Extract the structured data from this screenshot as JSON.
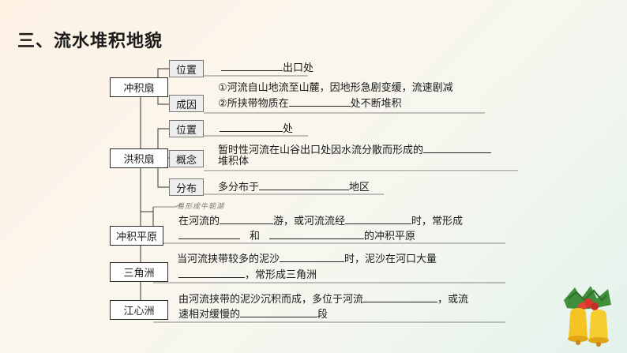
{
  "title": "三、流水堆积地貌",
  "nodes": {
    "alluvial_fan": {
      "label": "冲积扇",
      "location": {
        "label": "位置",
        "after": "出口处"
      },
      "cause": {
        "label": "成因",
        "line1": "①河流自山地流至山麓，因地形急剧变缓，流速剧减",
        "line2_before": "②所挟带物质在",
        "line2_after": "处不断堆积"
      }
    },
    "flood_fan": {
      "label": "洪积扇",
      "location": {
        "label": "位置",
        "after": "处"
      },
      "concept": {
        "label": "概念",
        "line1": "暂时性河流在山谷出口处因水流分散而形成的",
        "line2": "堆积体"
      },
      "distribution": {
        "label": "分布",
        "before": "多分布于",
        "after": "地区"
      }
    },
    "alluvial_plain": {
      "label": "冲积平原",
      "line1_a": "在河流的",
      "line1_b": "游，或河流流经",
      "line1_c": "时，常形成",
      "line2_and": "和",
      "line2_after": "的冲积平原"
    },
    "delta": {
      "label": "三角洲",
      "line1_before": "当河流挟带较多的泥沙",
      "line1_after": "时，泥沙在河口大量",
      "line2_after": "，常形成三角洲"
    },
    "river_island": {
      "label": "江心洲",
      "line1_before": "由河流挟带的泥沙沉积而成，多位于河流",
      "line1_after": "，或流",
      "line2_before": "速相对缓慢的",
      "line2_after": "段"
    }
  },
  "annotation": "易形成牛轭湖"
}
